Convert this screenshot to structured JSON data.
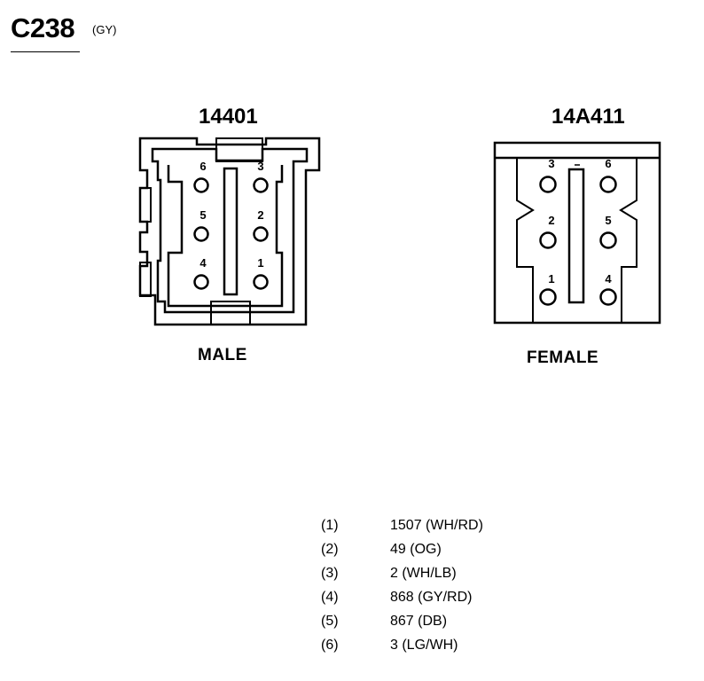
{
  "connector": {
    "id": "C238",
    "color_code": "(GY)"
  },
  "male": {
    "part_number": "14401",
    "label": "MALE",
    "pins": [
      "6",
      "3",
      "5",
      "2",
      "4",
      "1"
    ]
  },
  "female": {
    "part_number": "14A411",
    "label": "FEMALE",
    "pins": [
      "3",
      "6",
      "2",
      "5",
      "1",
      "4"
    ]
  },
  "pinout": [
    {
      "pin": "(1)",
      "circuit": "1507 (WH/RD)"
    },
    {
      "pin": "(2)",
      "circuit": "49 (OG)"
    },
    {
      "pin": "(3)",
      "circuit": "2 (WH/LB)"
    },
    {
      "pin": "(4)",
      "circuit": "868 (GY/RD)"
    },
    {
      "pin": "(5)",
      "circuit": "867 (DB)"
    },
    {
      "pin": "(6)",
      "circuit": "3 (LG/WH)"
    }
  ]
}
